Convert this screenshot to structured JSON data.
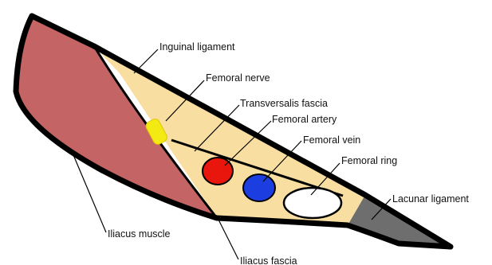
{
  "labels": {
    "inguinal_ligament": "Inguinal ligament",
    "femoral_nerve": "Femoral nerve",
    "transversalis_fascia": "Transversalis fascia",
    "femoral_artery": "Femoral artery",
    "femoral_vein": "Femoral vein",
    "femoral_ring": "Femoral ring",
    "lacunar_ligament": "Lacunar ligament",
    "iliacus_muscle": "Iliacus muscle",
    "iliacus_fascia": "Iliacus fascia"
  },
  "colors": {
    "iliacus_muscle": "#c46464",
    "femoral_sheath_region": "#f8dea0",
    "lacunar_ligament": "#6e6e6e",
    "femoral_nerve": "#f2ea12",
    "femoral_artery": "#e8160c",
    "femoral_vein": "#1c3ee0",
    "femoral_ring": "#ffffff",
    "outline": "#000000"
  }
}
